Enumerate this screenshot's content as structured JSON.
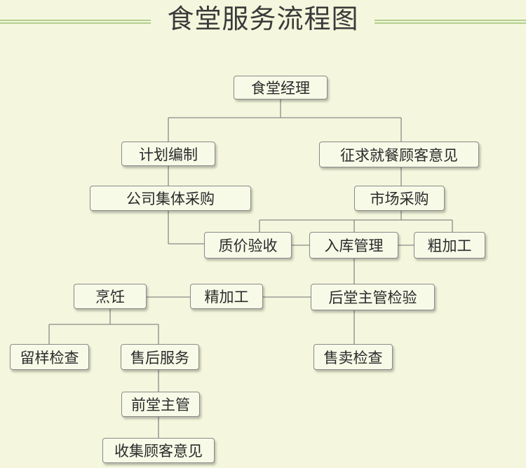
{
  "title": "食堂服务流程图",
  "nodes": {
    "manager": "食堂经理",
    "plan": "计划编制",
    "feedback": "征求就餐顾客意见",
    "company_purchase": "公司集体采购",
    "market_purchase": "市场采购",
    "quality_check": "质价验收",
    "warehouse": "入库管理",
    "rough_processing": "粗加工",
    "cooking": "烹饪",
    "fine_processing": "精加工",
    "kitchen_inspection": "后堂主管检验",
    "sample_check": "留样检查",
    "after_sales": "售后服务",
    "sale_check": "售卖检查",
    "front_supervisor": "前堂主管",
    "collect_feedback": "收集顾客意见"
  },
  "colors": {
    "background": "#f4f7dd",
    "node_fill": "#f8fae8",
    "node_border": "#8a8a8a",
    "line": "#8a8a8a",
    "title_rule": "#b3cf8e"
  }
}
